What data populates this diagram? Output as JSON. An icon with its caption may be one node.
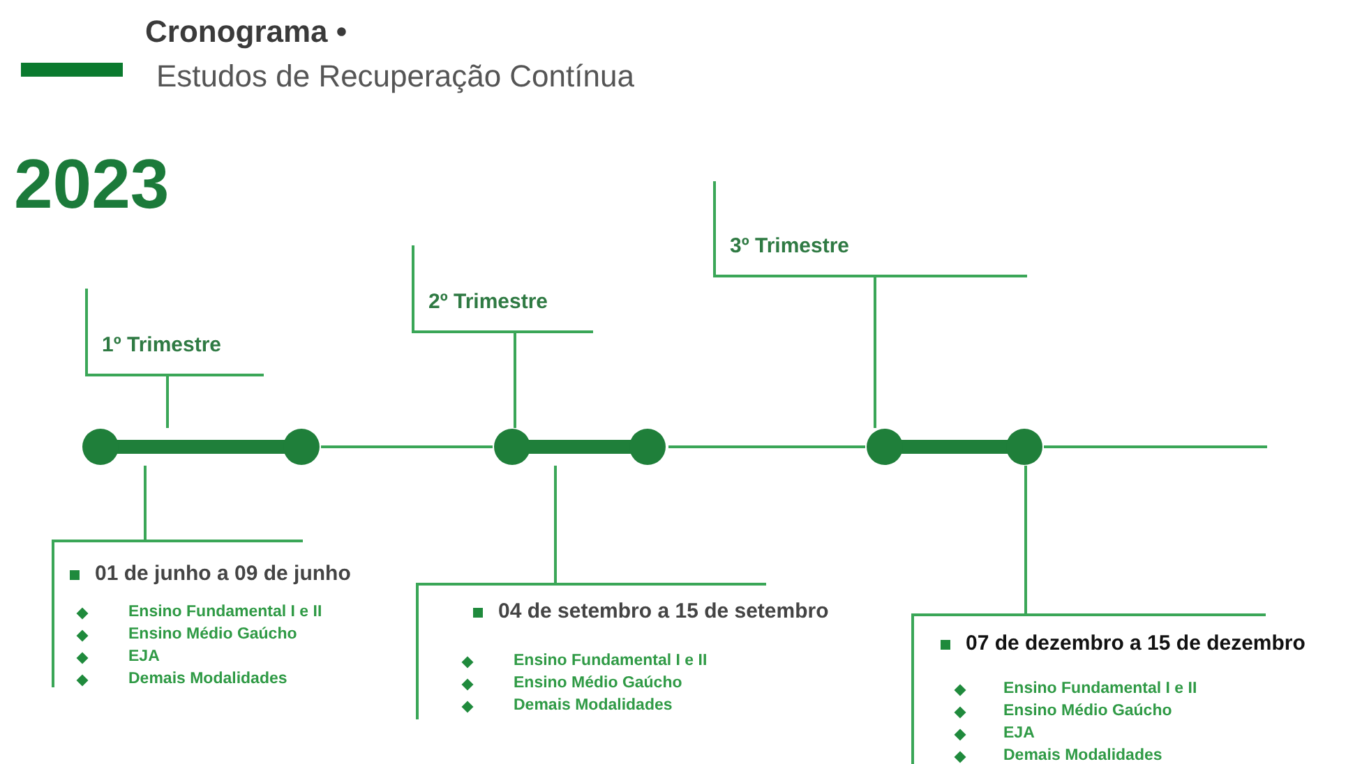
{
  "diagram": {
    "title": "Cronograma •",
    "nodes": [
      {
        "text": [
          "1º Trimestre"
        ]
      },
      {
        "text": [
          "2º Trimestre"
        ]
      },
      {
        "text": [
          "3º Trimestre"
        ]
      },
      {
        "text": [],
        "shape": "bar"
      },
      {
        "text": [],
        "shape": "bar"
      },
      {
        "text": [],
        "shape": "bar"
      },
      {
        "text": [
          "01 de junho a 09 de junho",
          "Ensino Fundamental I e II",
          "Ensino Médio Gaúcho",
          "EJA",
          "Demais Modalidades"
        ]
      },
      {
        "text": [
          "04 de setembro a 15 de setembro",
          "Ensino Fundamental I e II",
          "Ensino Médio Gaúcho",
          "Demais Modalidades"
        ]
      },
      {
        "text": [
          "07 de dezembro a 15 de dezembro",
          "Ensino Fundamental I e II",
          "Ensino Médio Gaúcho",
          "EJA",
          "Demais Modalidades"
        ]
      }
    ],
    "edges": [
      {
        "from": 0,
        "to": 3,
        "arrow": "none"
      },
      {
        "from": 1,
        "to": 4,
        "arrow": "none"
      },
      {
        "from": 2,
        "to": 5,
        "arrow": "none"
      },
      {
        "from": 3,
        "to": 4,
        "arrow": "none"
      },
      {
        "from": 4,
        "to": 5,
        "arrow": "none"
      },
      {
        "from": 5,
        "to": null,
        "arrow": "none"
      },
      {
        "from": 3,
        "to": 6,
        "arrow": "none"
      },
      {
        "from": 4,
        "to": 7,
        "arrow": "none"
      },
      {
        "from": 5,
        "to": 8,
        "arrow": "none"
      }
    ],
    "labels": [
      "Estudos de Recuperação Contínua",
      "2023"
    ]
  }
}
